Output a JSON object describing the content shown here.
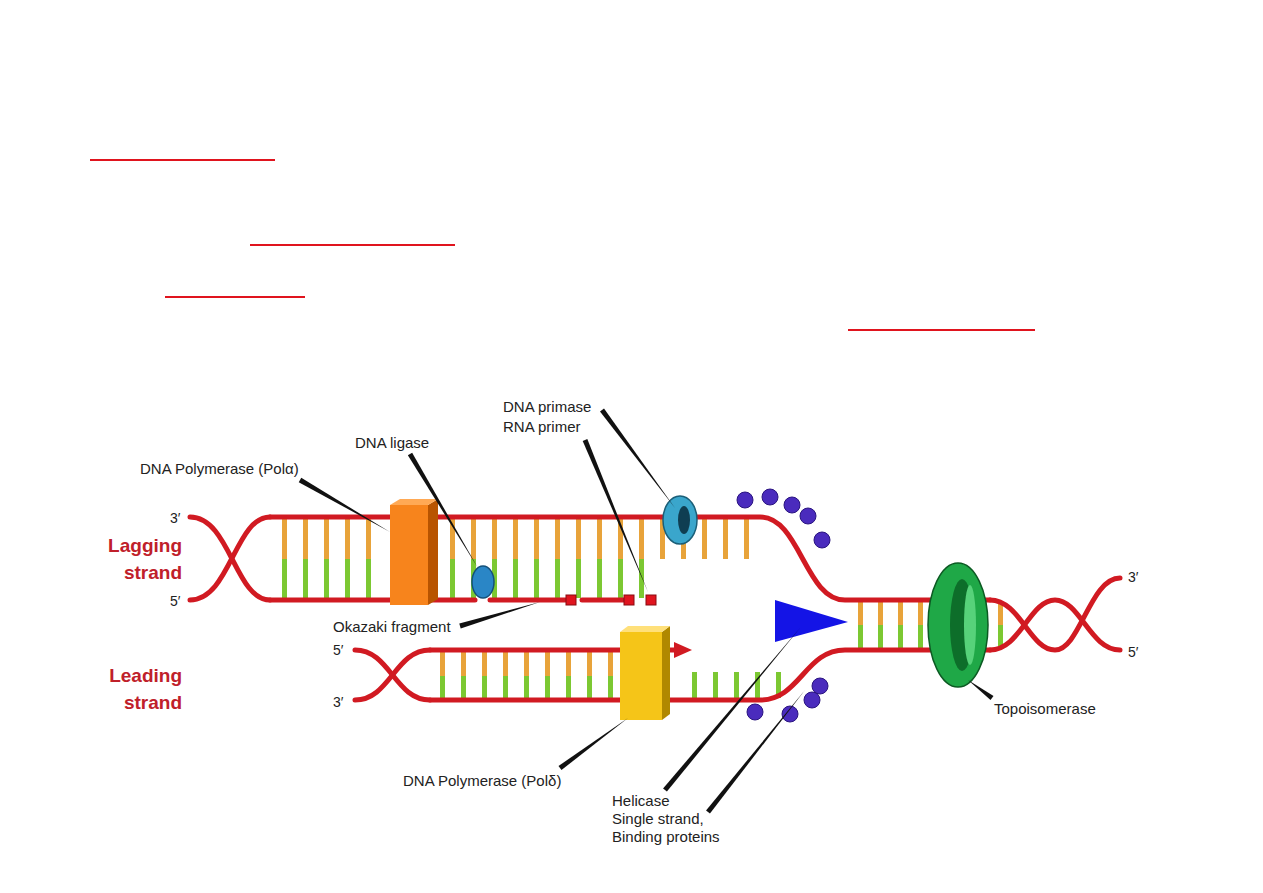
{
  "diagram": {
    "labels": [
      "DNA primase",
      "RNA primer",
      "DNA ligase",
      "DNA Polymerase (Polα)",
      "3′",
      "Lagging strand",
      "5′",
      "Okazaki fragment",
      "Leading strand",
      "5′",
      "3′",
      "DNA Polymerase (Polδ)",
      "Helicase",
      "Single strand, Binding proteins",
      "Topoisomerase",
      "3′",
      "5′"
    ]
  }
}
